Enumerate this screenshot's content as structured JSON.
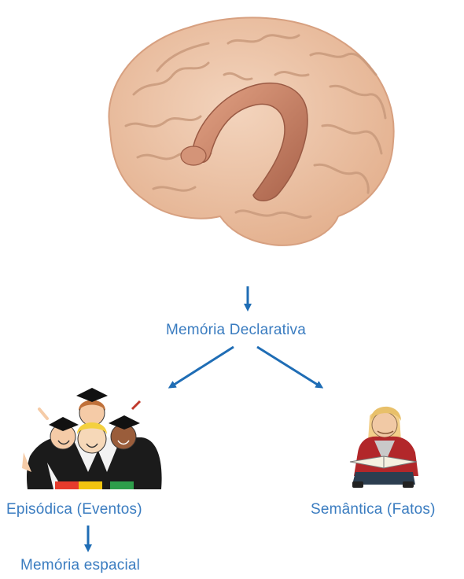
{
  "nodes": {
    "declarativa": "Memória Declarativa",
    "episodica": "Episódica (Eventos)",
    "semantica": "Semântica (Fatos)",
    "espacial": "Memória espacial"
  },
  "colors": {
    "text": "#3a7cc0",
    "arrow": "#1f6db5",
    "brain": "#e8b999",
    "brain_fold": "#c99a7c",
    "hippocampus": "#c47a5c"
  },
  "icons": {
    "brain": "brain-illustration",
    "graduates": "graduates-illustration",
    "reader": "reader-illustration"
  }
}
